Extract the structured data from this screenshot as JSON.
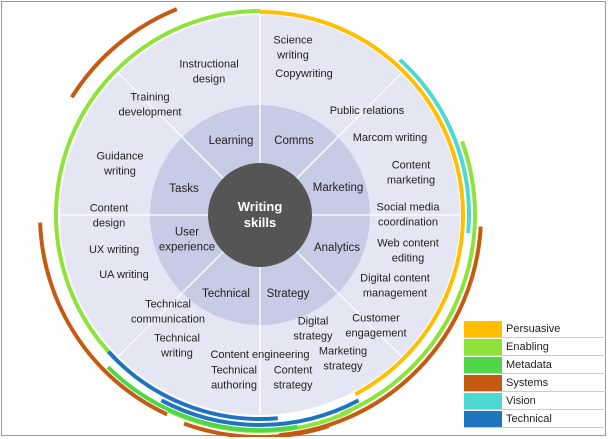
{
  "center": {
    "lines": [
      "Writing",
      "skills"
    ]
  },
  "inner_ring": [
    {
      "label": [
        "Learning"
      ]
    },
    {
      "label": [
        "Comms"
      ]
    },
    {
      "label": [
        "Marketing"
      ]
    },
    {
      "label": [
        "Analytics"
      ]
    },
    {
      "label": [
        "Strategy"
      ]
    },
    {
      "label": [
        "Technical"
      ]
    },
    {
      "label": [
        "User",
        "experience"
      ]
    },
    {
      "label": [
        "Tasks"
      ]
    }
  ],
  "outer_ring": [
    {
      "label": [
        "Science",
        "writing"
      ]
    },
    {
      "label": [
        "Copywriting"
      ]
    },
    {
      "label": [
        "Public relations"
      ]
    },
    {
      "label": [
        "Marcom writing"
      ]
    },
    {
      "label": [
        "Content",
        "marketing"
      ]
    },
    {
      "label": [
        "Social media",
        "coordination"
      ]
    },
    {
      "label": [
        "Web content",
        "editing"
      ]
    },
    {
      "label": [
        "Digital content",
        "management"
      ]
    },
    {
      "label": [
        "Customer",
        "engagement"
      ]
    },
    {
      "label": [
        "Marketing",
        "strategy"
      ]
    },
    {
      "label": [
        "Digital",
        "strategy"
      ]
    },
    {
      "label": [
        "Content",
        "strategy"
      ]
    },
    {
      "label": [
        "Content engineering"
      ]
    },
    {
      "label": [
        "Technical",
        "authoring"
      ]
    },
    {
      "label": [
        "Technical",
        "writing"
      ]
    },
    {
      "label": [
        "Technical",
        "communication"
      ]
    },
    {
      "label": [
        "UA writing"
      ]
    },
    {
      "label": [
        "UX writing"
      ]
    },
    {
      "label": [
        "Content",
        "design"
      ]
    },
    {
      "label": [
        "Guidance",
        "writing"
      ]
    },
    {
      "label": [
        "Training",
        "development"
      ]
    },
    {
      "label": [
        "Instructional",
        "design"
      ]
    }
  ],
  "legend": [
    {
      "key": "persuasive",
      "label": "Persuasive",
      "color": "#ffbf00"
    },
    {
      "key": "enabling",
      "label": "Enabling",
      "color": "#8ee33a"
    },
    {
      "key": "metadata",
      "label": "Metadata",
      "color": "#4fd649"
    },
    {
      "key": "systems",
      "label": "Systems",
      "color": "#c55a11"
    },
    {
      "key": "vision",
      "label": "Vision",
      "color": "#4dd9d2"
    },
    {
      "key": "technical",
      "label": "Technical",
      "color": "#1f74bf"
    }
  ],
  "colors": {
    "center_fill": "#555555",
    "inner_ring_fill": "#c7cbe6",
    "outer_ring_fill": "#e4e6f4"
  }
}
